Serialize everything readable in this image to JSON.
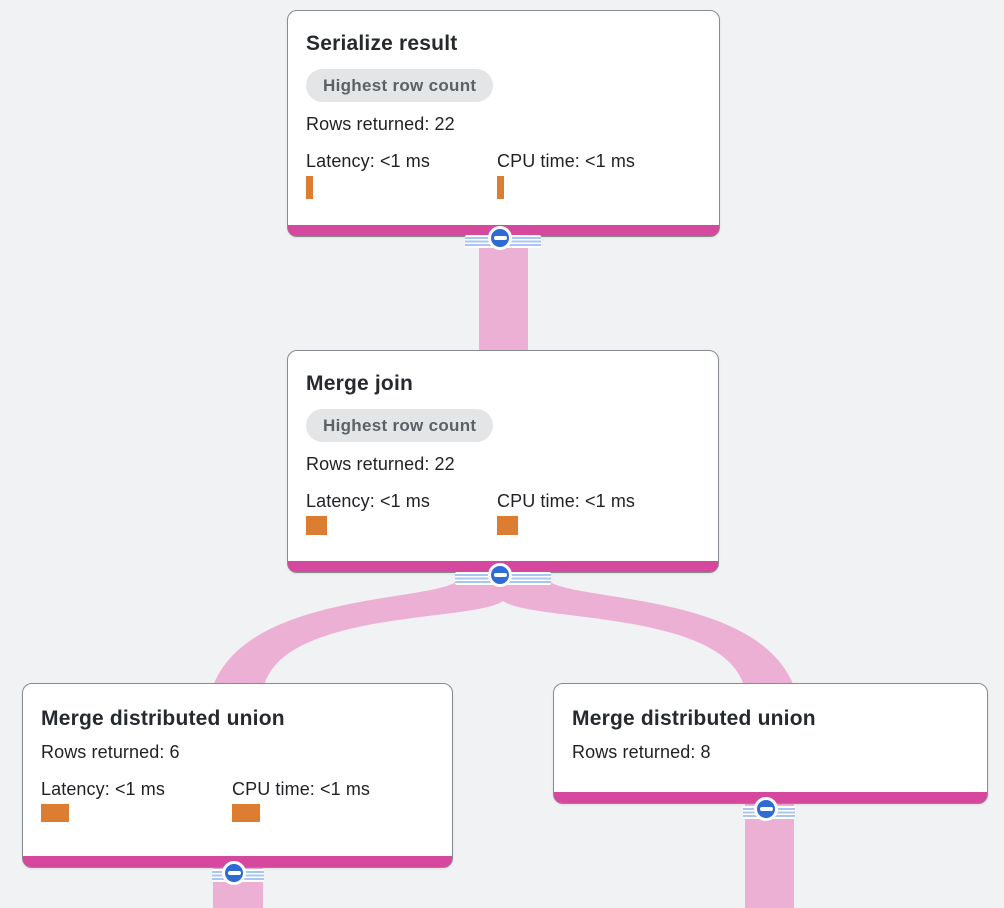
{
  "app": {
    "view": "query-execution-plan-graph"
  },
  "colors": {
    "background": "#f0f2f4",
    "magenta": "#d5489d",
    "ribbon_pink": "#edb0d5",
    "orange": "#dd7d31",
    "button_blue": "#2e6bd3",
    "stripe_blue": "#a9c5f4",
    "badge_bg": "#e4e5e7",
    "badge_text": "#5c6165",
    "title_text": "#26292e",
    "body_text": "#1f2124",
    "card_border": "#878c92"
  },
  "nodes": [
    {
      "id": "n0",
      "title": "Serialize result",
      "badge": "Highest row count",
      "rows_returned": 22,
      "rows_line": "Rows returned: 22",
      "latency_label": "Latency: <1 ms",
      "cpu_label": "CPU time: <1 ms",
      "latency_bar": "sm",
      "cpu_bar": "sm"
    },
    {
      "id": "n1",
      "title": "Merge join",
      "badge": "Highest row count",
      "rows_returned": 22,
      "rows_line": "Rows returned: 22",
      "latency_label": "Latency: <1 ms",
      "cpu_label": "CPU time: <1 ms",
      "latency_bar": "md",
      "cpu_bar": "md"
    },
    {
      "id": "n2",
      "title": "Merge distributed union",
      "rows_returned": 6,
      "rows_line": "Rows returned: 6",
      "latency_label": "Latency: <1 ms",
      "cpu_label": "CPU time: <1 ms",
      "latency_bar": "lg",
      "cpu_bar": "lg"
    },
    {
      "id": "n3",
      "title": "Merge distributed union",
      "rows_returned": 8,
      "rows_line": "Rows returned: 8"
    }
  ],
  "edges": [
    {
      "from": "n1",
      "to": "n0"
    },
    {
      "from": "n2",
      "to": "n1"
    },
    {
      "from": "n3",
      "to": "n1"
    },
    {
      "from": "offscreen-child",
      "to": "n2"
    },
    {
      "from": "offscreen-child",
      "to": "n3"
    }
  ],
  "icons": {
    "collapse": "minus-circle-icon"
  }
}
